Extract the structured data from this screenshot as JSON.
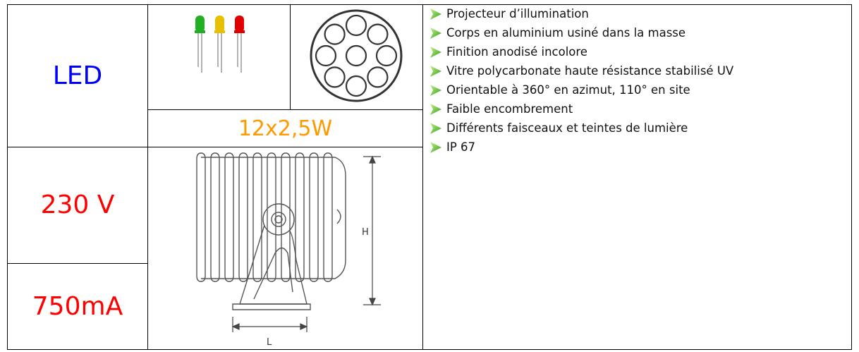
{
  "specs": {
    "type": "LED",
    "voltage": "230 V",
    "current": "750mA",
    "power": "12x2,5W"
  },
  "drawing": {
    "height_label": "H",
    "length_label": "L"
  },
  "icons": {
    "bullet": "green-arrow-bullet",
    "led_colors": [
      "#22b022",
      "#e8c000",
      "#e00000"
    ]
  },
  "features": [
    "Projecteur d’illumination",
    "Corps en aluminium usiné dans la masse",
    "Finition anodisé incolore",
    "Vitre polycarbonate haute résistance stabilisé UV",
    "Orientable à 360° en azimut, 110° en site",
    "Faible encombrement",
    "Différents faisceaux et teintes de lumière",
    "IP 67"
  ]
}
